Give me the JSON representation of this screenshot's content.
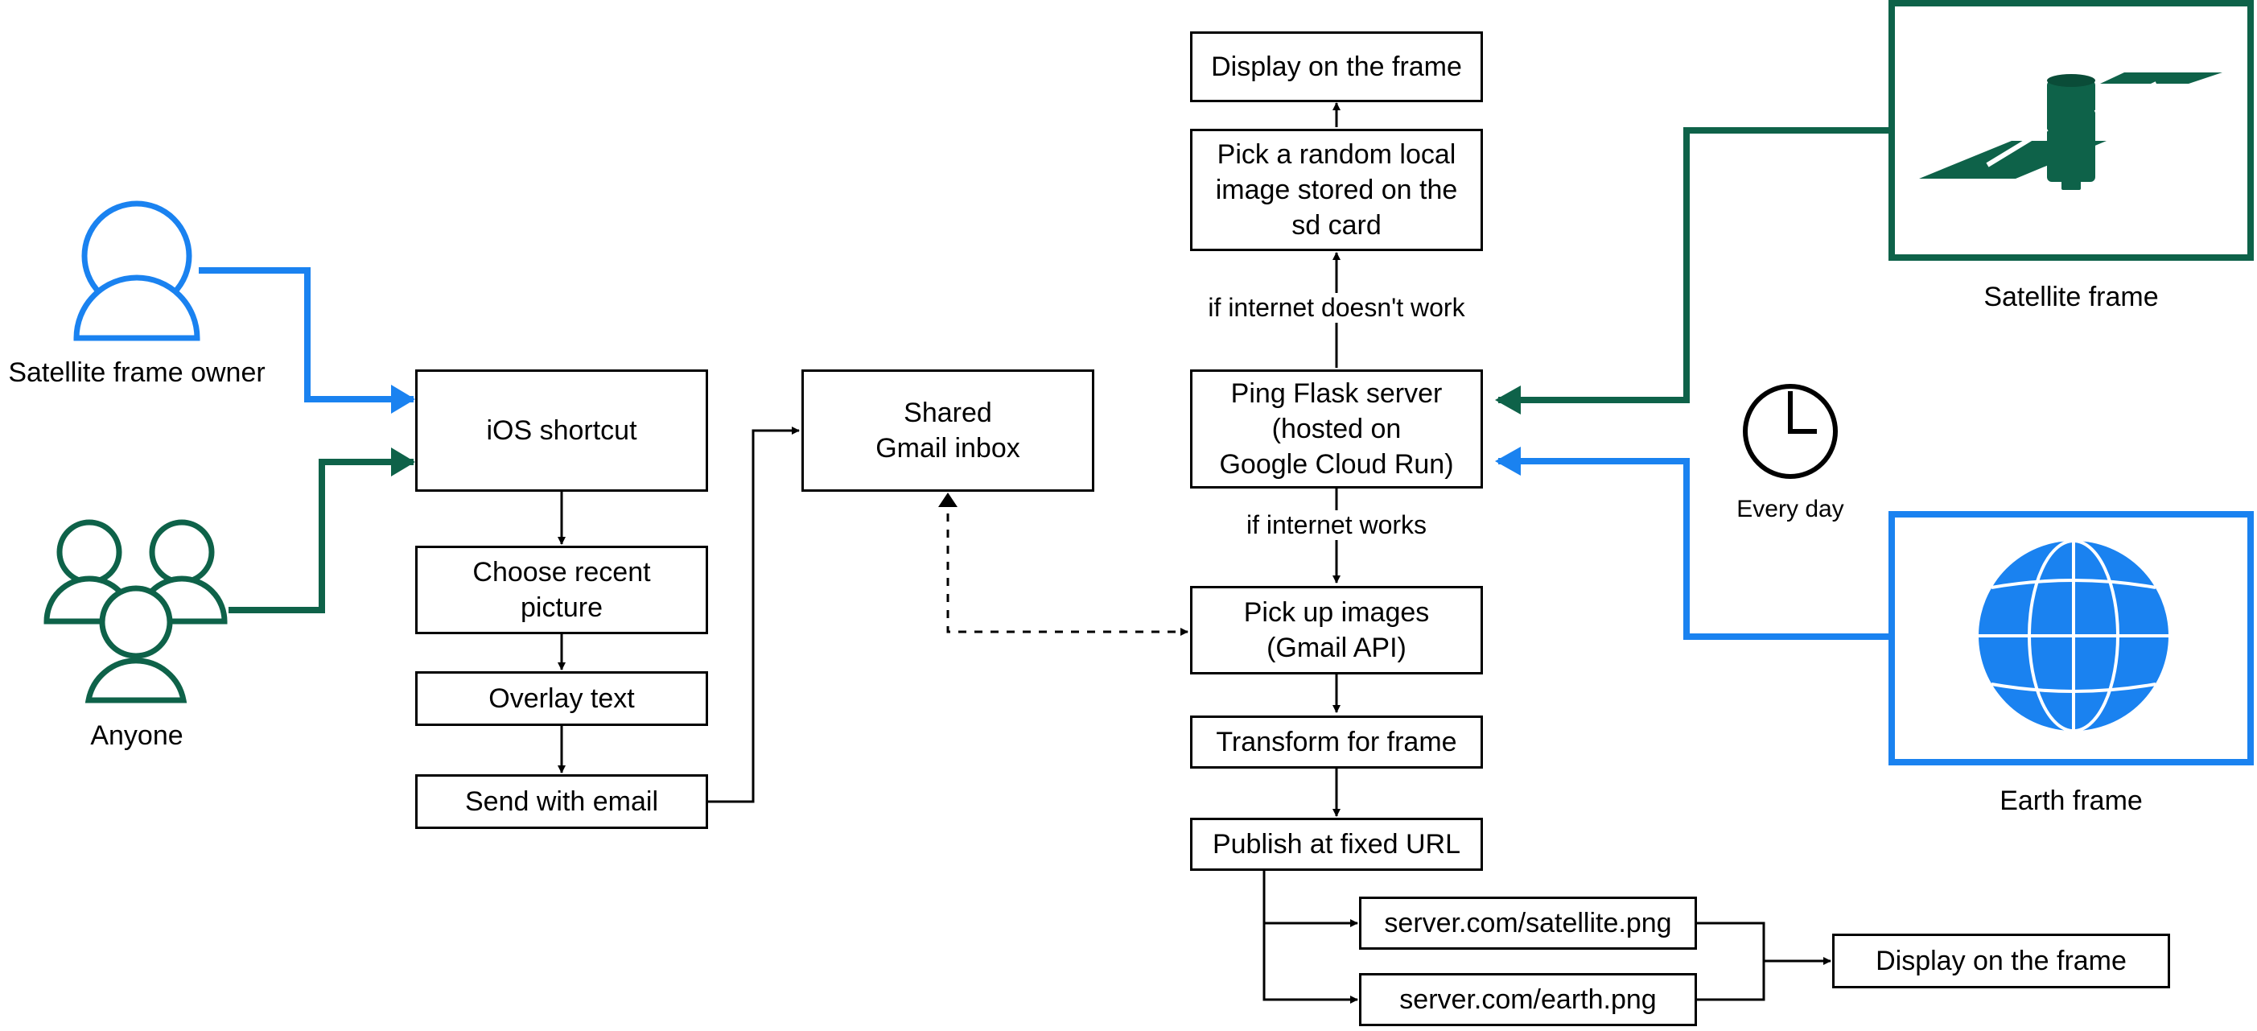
{
  "actors": {
    "owner": "Satellite frame owner",
    "anyone": "Anyone"
  },
  "flow": {
    "ios_shortcut": "iOS shortcut",
    "choose_picture": "Choose recent\npicture",
    "overlay_text": "Overlay text",
    "send_email": "Send with email",
    "gmail_inbox": "Shared\nGmail inbox"
  },
  "server": {
    "display_top": "Display on the frame",
    "pick_random": "Pick a random local\nimage stored on the\nsd card",
    "no_internet": "if internet doesn't work",
    "ping": "Ping Flask server\n(hosted on\nGoogle Cloud Run)",
    "internet_works": "if internet works",
    "pick_up": "Pick up images\n(Gmail API)",
    "transform": "Transform for frame",
    "publish": "Publish at fixed URL",
    "satellite_url": "server.com/satellite.png",
    "earth_url": "server.com/earth.png",
    "display_bottom": "Display on the frame"
  },
  "frames": {
    "satellite": "Satellite frame",
    "earth": "Earth frame",
    "schedule": "Every day"
  },
  "colors": {
    "blue": "#1a82f0",
    "green": "#0e6249",
    "black": "#000000"
  },
  "icons": {
    "owner": "person-icon",
    "anyone": "group-icon",
    "clock": "clock-icon",
    "satellite": "satellite-icon",
    "globe": "globe-icon"
  }
}
